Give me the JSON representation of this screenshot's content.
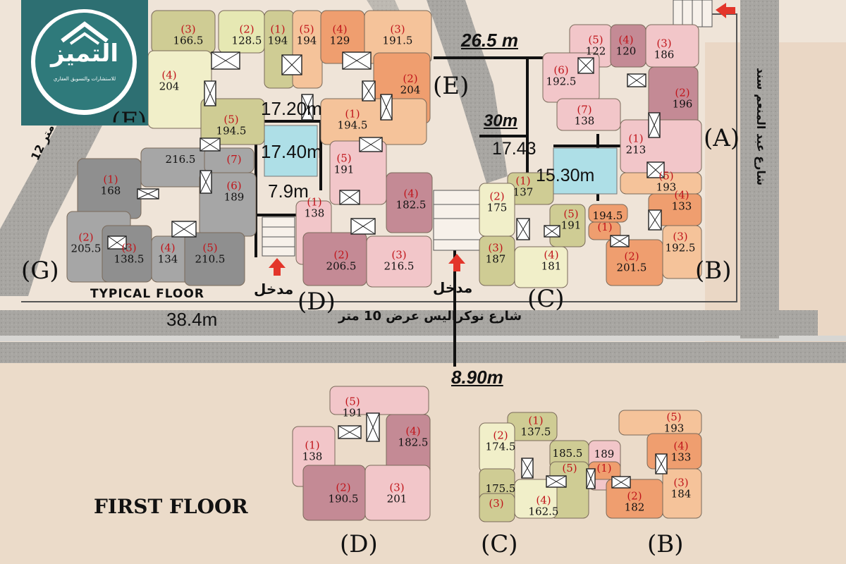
{
  "logo": {
    "brand": "التميز",
    "tagline": "للاستشارات والتسويق العقاري",
    "colors": {
      "bg": "#2d6f72",
      "ring": "#ffffff"
    }
  },
  "floors": {
    "typical": {
      "title": "TYPICAL FLOOR"
    },
    "first": {
      "title": "FIRST FLOOR"
    }
  },
  "streets": {
    "bottom": "شارع نوكراليس عرض 10 متر",
    "left": "12 متر",
    "right": "شارع عبد المنعم سند"
  },
  "dimensions": [
    "26.5 m",
    "30m",
    "17.20m",
    "17.40m",
    "17.43",
    "15.30m",
    "7.9m",
    "38.4m",
    "8.90m"
  ],
  "entrances": [
    "مدخل",
    "مدخل"
  ],
  "blocks": {
    "A": "(A)",
    "B": "(B)",
    "C": "(C)",
    "D": "(D)",
    "E": "(E)",
    "F": "(F)",
    "G": "(G)"
  },
  "first_floor_blocks": {
    "D": "(D)",
    "C": "(C)",
    "B": "(B)"
  },
  "typical_units": {
    "F": [
      {
        "n": "(3)",
        "a": "166.5"
      },
      {
        "n": "(2)",
        "a": "128.5"
      },
      {
        "n": "(1)",
        "a": "194"
      },
      {
        "n": "(4)",
        "a": "204"
      },
      {
        "n": "(5)",
        "a": "194.5"
      }
    ],
    "E": [
      {
        "n": "(5)",
        "a": "194"
      },
      {
        "n": "(4)",
        "a": "129"
      },
      {
        "n": "(3)",
        "a": "191.5"
      },
      {
        "n": "(2)",
        "a": "204"
      },
      {
        "n": "(1)",
        "a": "194.5"
      }
    ],
    "A": [
      {
        "n": "(5)",
        "a": "122"
      },
      {
        "n": "(4)",
        "a": "120"
      },
      {
        "n": "(3)",
        "a": "186"
      },
      {
        "n": "(6)",
        "a": "192.5"
      },
      {
        "n": "(2)",
        "a": "196"
      },
      {
        "n": "(7)",
        "a": "138"
      },
      {
        "n": "(1)",
        "a": "213"
      }
    ],
    "G": [
      {
        "n": "",
        "a": "216.5"
      },
      {
        "n": "(7)",
        "a": ""
      },
      {
        "n": "(1)",
        "a": "168"
      },
      {
        "n": "(6)",
        "a": "189"
      },
      {
        "n": "(2)",
        "a": "205.5"
      },
      {
        "n": "(3)",
        "a": "138.5"
      },
      {
        "n": "(4)",
        "a": "134"
      },
      {
        "n": "(5)",
        "a": "210.5"
      }
    ],
    "D": [
      {
        "n": "(5)",
        "a": "191"
      },
      {
        "n": "(4)",
        "a": "182.5"
      },
      {
        "n": "(1)",
        "a": "138"
      },
      {
        "n": "(2)",
        "a": "206.5"
      },
      {
        "n": "(3)",
        "a": "216.5"
      }
    ],
    "C": [
      {
        "n": "(1)",
        "a": "137"
      },
      {
        "n": "(2)",
        "a": "175"
      },
      {
        "n": "(5)",
        "a": "191"
      },
      {
        "n": "(3)",
        "a": "187"
      },
      {
        "n": "(4)",
        "a": "181"
      }
    ],
    "B": [
      {
        "n": "(5)",
        "a": "193"
      },
      {
        "n": "",
        "a": "194.5"
      },
      {
        "n": "(4)",
        "a": "133"
      },
      {
        "n": "(1)",
        "a": ""
      },
      {
        "n": "(3)",
        "a": "192.5"
      },
      {
        "n": "(2)",
        "a": "201.5"
      }
    ]
  },
  "first_units": {
    "D": [
      {
        "n": "(5)",
        "a": "191"
      },
      {
        "n": "(4)",
        "a": "182.5"
      },
      {
        "n": "(1)",
        "a": "138"
      },
      {
        "n": "(2)",
        "a": "190.5"
      },
      {
        "n": "(3)",
        "a": "201"
      }
    ],
    "C": [
      {
        "n": "(1)",
        "a": "137.5"
      },
      {
        "n": "(2)",
        "a": "174.5"
      },
      {
        "n": "",
        "a": "185.5"
      },
      {
        "n": "(5)",
        "a": ""
      },
      {
        "n": "",
        "a": "175.5"
      },
      {
        "n": "(3)",
        "a": ""
      },
      {
        "n": "(4)",
        "a": "162.5"
      }
    ],
    "B": [
      {
        "n": "(5)",
        "a": "193"
      },
      {
        "n": "",
        "a": "189"
      },
      {
        "n": "(4)",
        "a": "133"
      },
      {
        "n": "(1)",
        "a": ""
      },
      {
        "n": "(3)",
        "a": "184"
      },
      {
        "n": "(2)",
        "a": "182"
      }
    ]
  },
  "colors": {
    "road": "#a9a7a4",
    "road_edge": "#d7d6d3",
    "arrow": "#e3352a",
    "unit_number": "#c0141a",
    "pink": "#f2c6c9",
    "rose": "#d8a3a8",
    "mauve": "#c48a95",
    "peach": "#f5c39a",
    "orange": "#ef9e6f",
    "olive": "#cfcc94",
    "lime": "#e6e8b3",
    "cream": "#f1efc9",
    "gray": "#a6a6a6",
    "darkgray": "#8f8f8f",
    "pool": "#aedfe7"
  }
}
